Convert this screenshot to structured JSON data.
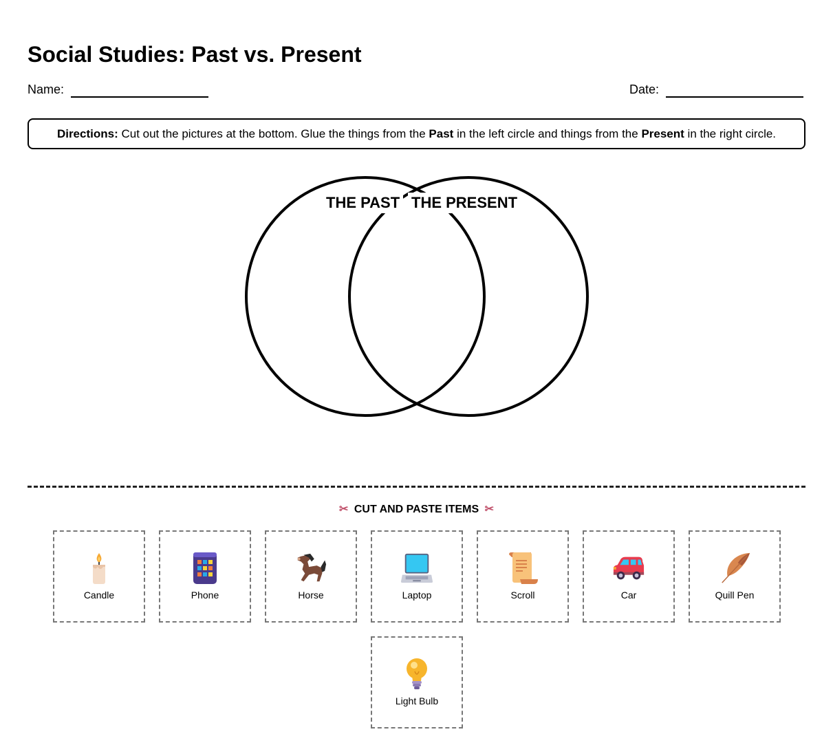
{
  "header": {
    "title": "Social Studies: Past vs. Present",
    "name_label": "Name:",
    "date_label": "Date:"
  },
  "directions": {
    "lead": "Directions:",
    "part1": " Cut out the pictures at the bottom. Glue the things from the ",
    "past_word": "Past",
    "part2": " in the left circle and things from the ",
    "present_word": "Present",
    "part3": " in the right circle."
  },
  "venn": {
    "left_label": "THE PAST",
    "right_label": "THE PRESENT"
  },
  "cut_section": {
    "scissors_icon": "✂",
    "heading": "CUT AND PASTE ITEMS"
  },
  "items": [
    {
      "label": "Candle",
      "icon": "candle-icon"
    },
    {
      "label": "Phone",
      "icon": "phone-icon"
    },
    {
      "label": "Horse",
      "icon": "horse-icon"
    },
    {
      "label": "Laptop",
      "icon": "laptop-icon"
    },
    {
      "label": "Scroll",
      "icon": "scroll-icon"
    },
    {
      "label": "Car",
      "icon": "car-icon"
    },
    {
      "label": "Quill Pen",
      "icon": "quill-pen-icon"
    },
    {
      "label": "Light Bulb",
      "icon": "light-bulb-icon"
    }
  ]
}
